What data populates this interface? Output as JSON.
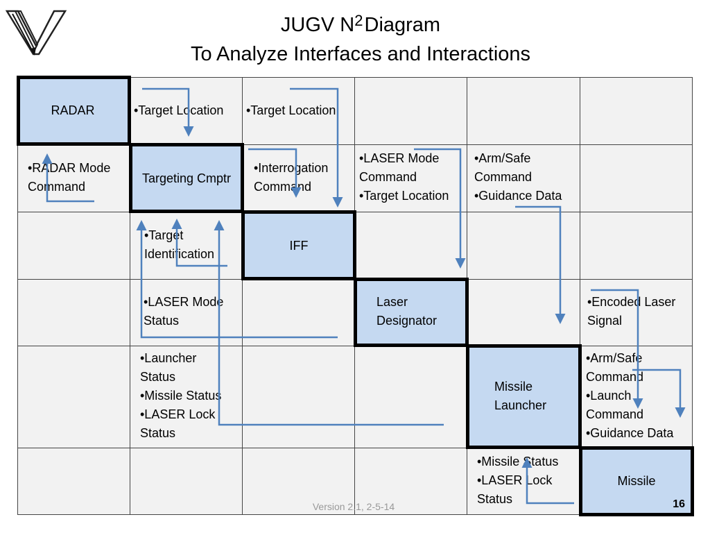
{
  "title": {
    "line1_prefix": "JUGV N",
    "superscript": "2",
    "line1_suffix": "Diagram",
    "line2": "To Analyze Interfaces and Interactions"
  },
  "logo": {
    "icon": "v-logo-icon"
  },
  "diagonal": [
    {
      "id": "radar",
      "label": "RADAR"
    },
    {
      "id": "targeting",
      "label": "Targeting Cmptr"
    },
    {
      "id": "iff",
      "label": "IFF"
    },
    {
      "id": "laser",
      "label": "Laser\nDesignator"
    },
    {
      "id": "launcher",
      "label": "Missile\nLauncher"
    },
    {
      "id": "missile",
      "label": "Missile"
    }
  ],
  "interfaces": {
    "r0c1": "•Target Location",
    "r0c2": "•Target Location",
    "r1c0": "•RADAR Mode\nCommand",
    "r1c2": "•Interrogation\nCommand",
    "r1c3": "•LASER Mode\nCommand\n•Target Location",
    "r1c4": "•Arm/Safe\nCommand\n•Guidance Data",
    "r2c1": "•Target\nIdentification",
    "r3c1": "•LASER Mode\nStatus",
    "r3c5": "•Encoded Laser\nSignal",
    "r4c1": "•Launcher\nStatus\n•Missile Status\n•LASER Lock\nStatus",
    "r4c5": "•Arm/Safe\nCommand\n•Launch\nCommand\n•Guidance Data",
    "r5c4": "•Missile Status\n•LASER Lock\nStatus"
  },
  "footer": {
    "version": "Version 2.1, 2-5-14",
    "page": "16"
  },
  "colors": {
    "diagonal_fill": "#c5d9f1",
    "cell_fill": "#f2f2f2",
    "arrow": "#4f81bd"
  }
}
